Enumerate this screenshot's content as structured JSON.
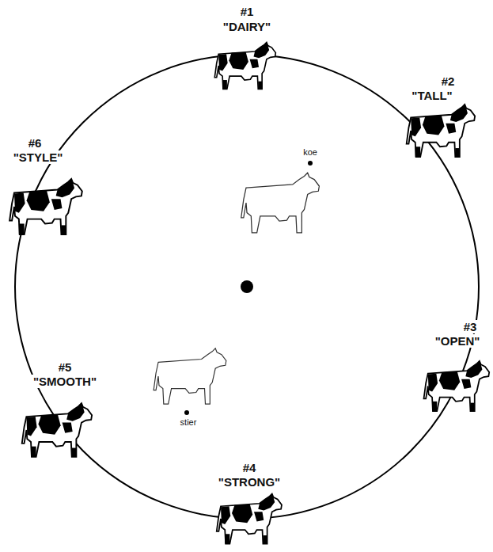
{
  "diagram": {
    "labels": [
      "#1",
      "\"DAIRY\"",
      "#2",
      "\"TALL\"",
      "#3",
      "\"OPEN\"",
      "#4",
      "\"STRONG\"",
      "#5",
      "\"SMOOTH\"",
      "#6",
      "\"STYLE\"",
      "koe",
      "stier"
    ]
  }
}
